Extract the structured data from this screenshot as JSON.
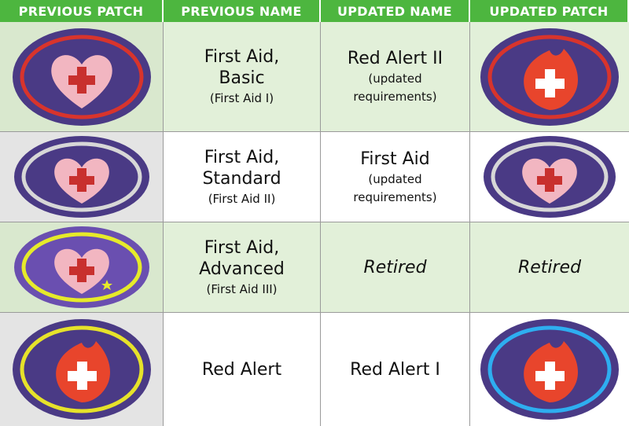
{
  "header": {
    "col1": "PREVIOUS PATCH",
    "col2": "PREVIOUS NAME",
    "col3": "UPDATED NAME",
    "col4": "UPDATED PATCH"
  },
  "rows": [
    {
      "previous_patch": {
        "icon": "heart-cross-patch",
        "ring_color": "#d8342c",
        "heart_color": "#f2b6c1"
      },
      "previous_name": {
        "line1": "First Aid,",
        "line2": "Basic",
        "sub": "(First Aid I)"
      },
      "updated_name": {
        "line1": "Red Alert II",
        "sub1": "(updated",
        "sub2": "requirements)"
      },
      "updated_patch": {
        "icon": "flame-cross-patch",
        "ring_color": "#d8342c"
      }
    },
    {
      "previous_patch": {
        "icon": "heart-cross-patch",
        "ring_color": "#d7d7d7",
        "heart_color": "#f2b6c1"
      },
      "previous_name": {
        "line1": "First Aid,",
        "line2": "Standard",
        "sub": "(First Aid II)"
      },
      "updated_name": {
        "line1": "First Aid",
        "sub1": "(updated",
        "sub2": "requirements)"
      },
      "updated_patch": {
        "icon": "heart-cross-patch",
        "ring_color": "#d7d7d7",
        "heart_color": "#f2b6c1"
      }
    },
    {
      "previous_patch": {
        "icon": "heart-cross-star-patch",
        "ring_color": "#e6ea2a",
        "heart_color": "#f2b6c1"
      },
      "previous_name": {
        "line1": "First Aid,",
        "line2": "Advanced",
        "sub": "(First Aid III)"
      },
      "updated_name": {
        "retired": "Retired"
      },
      "updated_patch": {
        "retired": "Retired"
      }
    },
    {
      "previous_patch": {
        "icon": "flame-cross-patch",
        "ring_color": "#e6e22a"
      },
      "previous_name": {
        "line1": "Red Alert"
      },
      "updated_name": {
        "line1": "Red Alert I"
      },
      "updated_patch": {
        "icon": "flame-cross-patch",
        "ring_color": "#2eaef0"
      }
    }
  ]
}
